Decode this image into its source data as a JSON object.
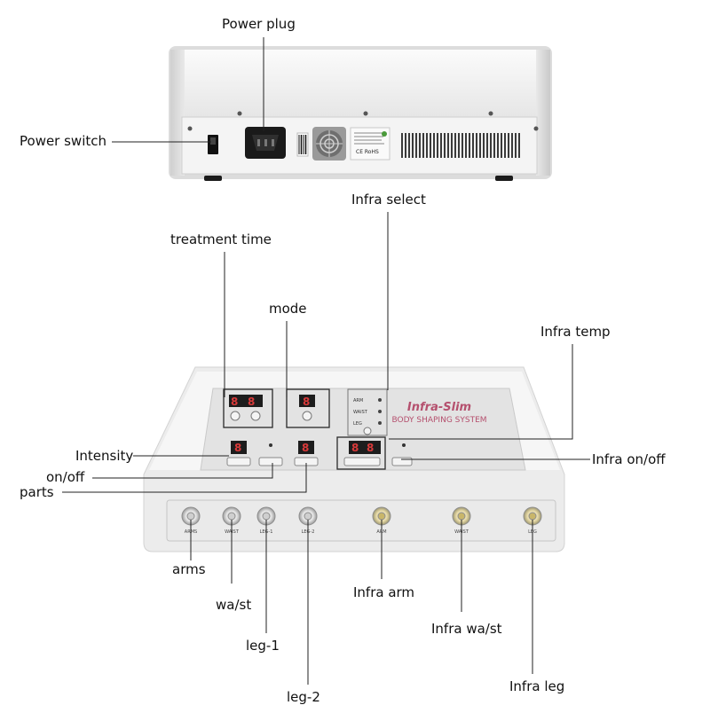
{
  "callouts": {
    "power_plug": "Power plug",
    "power_switch": "Power switch",
    "infra_select": "Infra select",
    "treatment_time": "treatment time",
    "mode": "mode",
    "infra_temp": "Infra temp",
    "intensity": "Intensity",
    "on_off": "on/off",
    "parts": "parts",
    "infra_on_off": "Infra on/off",
    "arms": "arms",
    "waist": "wa/st",
    "leg_1": "leg-1",
    "leg_2": "leg-2",
    "infra_arm": "Infra arm",
    "infra_waist": "Infra wa/st",
    "infra_leg": "Infra leg"
  },
  "panel": {
    "brand": "Infra-Slim",
    "subtitle": "BODY SHAPING SYSTEM",
    "digit": "8",
    "infra_options": [
      "ARM",
      "WAIST",
      "LEG"
    ],
    "ports": [
      "ARMS",
      "WAIST",
      "LEG-1",
      "LEG-2",
      "ARM",
      "WAIST",
      "LEG"
    ]
  },
  "back_panel": {
    "certification_mark": "CE RoHS"
  },
  "colors": {
    "brand_pink": "#b5506e",
    "device_body": "#f3f3f3",
    "panel_face": "#e9e9e9",
    "display_red": "#d83a3a"
  }
}
